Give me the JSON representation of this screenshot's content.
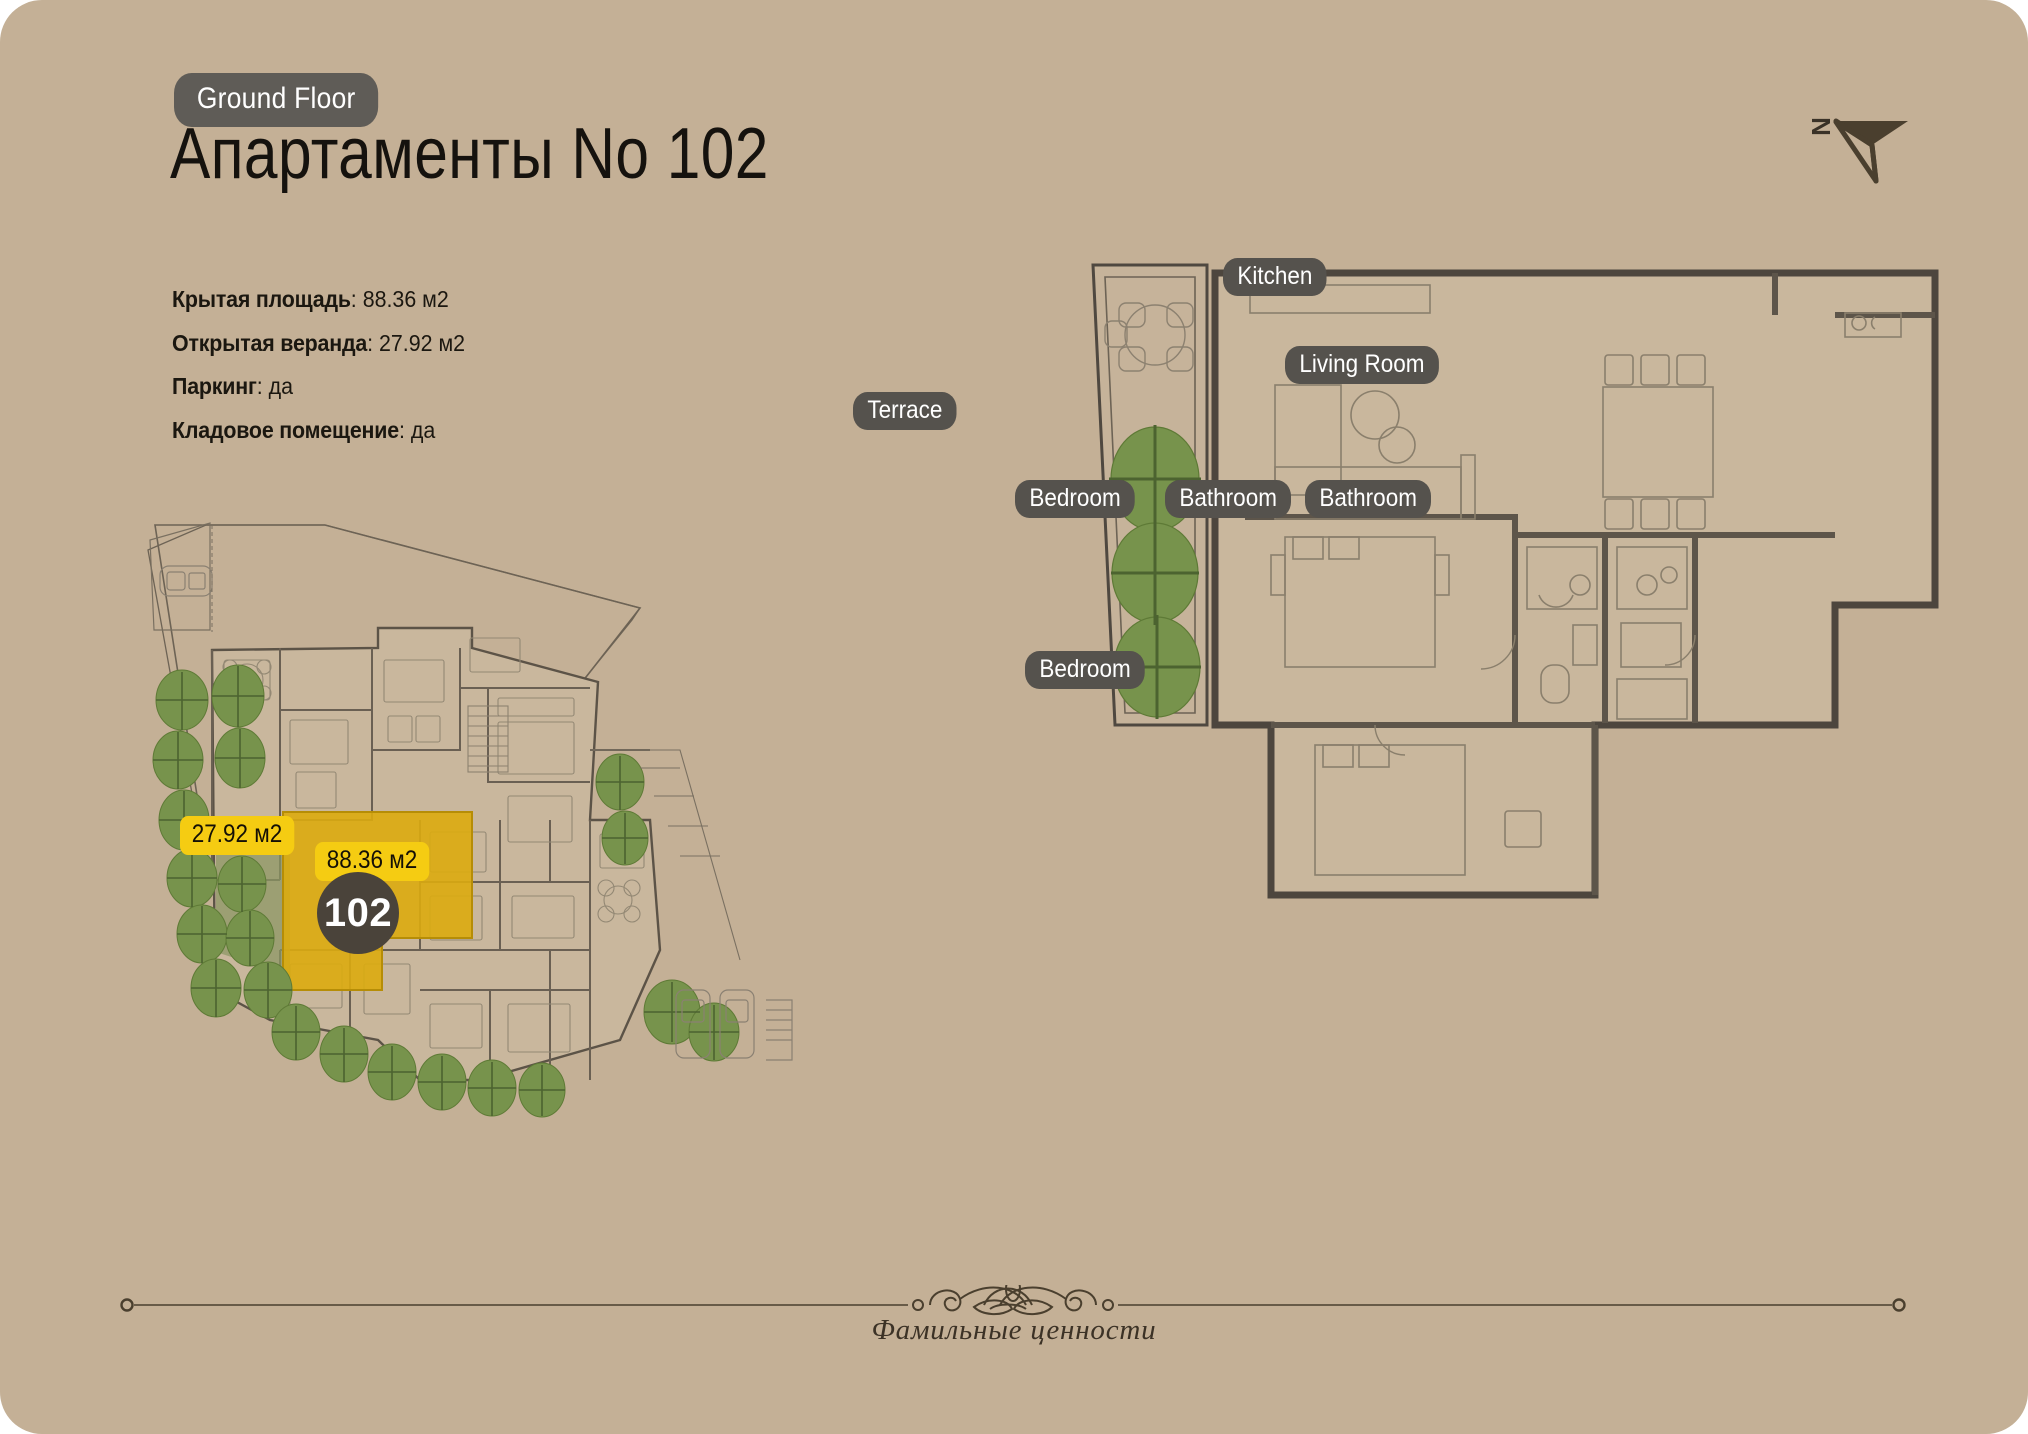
{
  "header": {
    "floor_badge": "Ground Floor",
    "title": "Апартаменты No 102"
  },
  "compass": {
    "label": "N",
    "icon": "compass-north-arrow-icon"
  },
  "specs": [
    {
      "label": "Крытая площадь",
      "value": ": 88.36 м2"
    },
    {
      "label": "Открытая веранда",
      "value": ": 27.92 м2"
    },
    {
      "label": "Паркинг",
      "value": ": да"
    },
    {
      "label": "Кладовое помещение",
      "value": ": да"
    }
  ],
  "site_plan": {
    "veranda_area_badge": "27.92 м2",
    "covered_area_badge": "88.36 м2",
    "unit_number": "102"
  },
  "floor_plan": {
    "rooms": [
      {
        "name": "Terrace"
      },
      {
        "name": "Kitchen"
      },
      {
        "name": "Living Room"
      },
      {
        "name": "Bedroom"
      },
      {
        "name": "Bathroom"
      },
      {
        "name": "Bathroom"
      },
      {
        "name": "Bedroom"
      }
    ]
  },
  "footer": {
    "brand": "Фамильные ценности"
  },
  "colors": {
    "background": "#c4b096",
    "pill": "#55524d",
    "accent_yellow": "#f5cc12",
    "unit_marker": "#4a433a",
    "tree_green": "#74944a",
    "ink": "#3c3226"
  }
}
